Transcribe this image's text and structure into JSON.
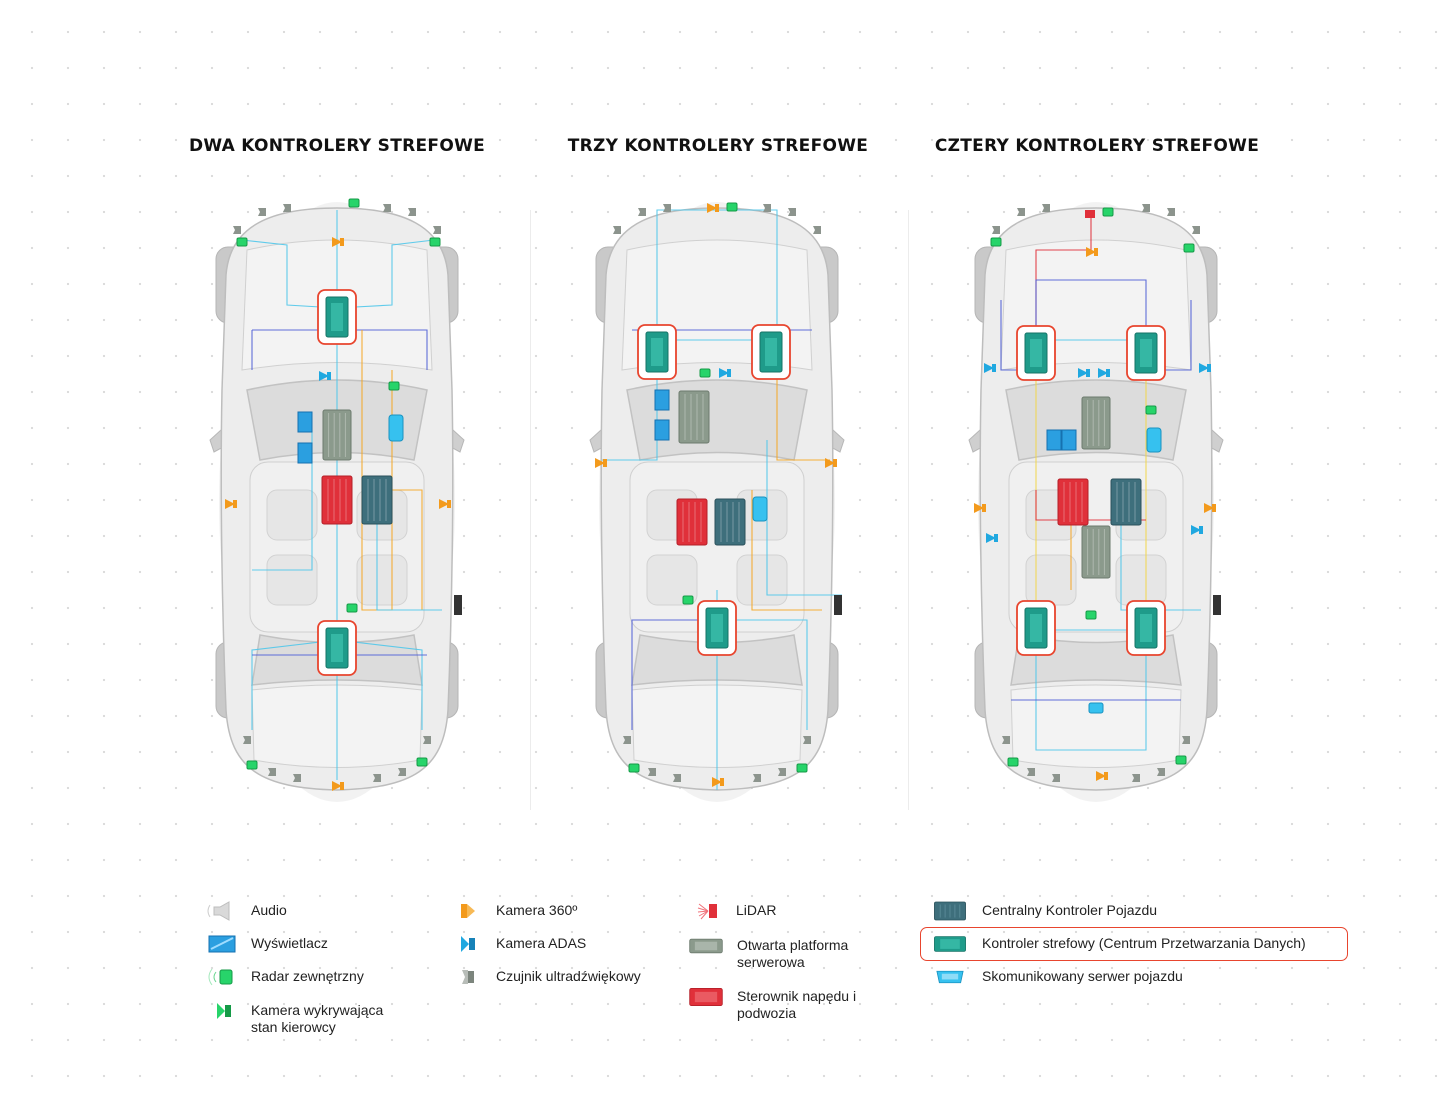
{
  "titles": [
    "DWA KONTROLERY STREFOWE",
    "TRZY KONTROLERY STREFOWE",
    "CZTERY KONTROLERY STREFOWE"
  ],
  "legend": {
    "col1": [
      {
        "label": "Audio",
        "icon": "audio-icon"
      },
      {
        "label": "Wyświetlacz",
        "icon": "display-icon"
      },
      {
        "label": "Radar zewnętrzny",
        "icon": "radar-icon"
      },
      {
        "label": "Kamera wykrywająca stan kierowcy",
        "icon": "driver-camera-icon"
      }
    ],
    "col2": [
      {
        "label": "Kamera 360º",
        "icon": "camera-360-icon"
      },
      {
        "label": "Kamera ADAS",
        "icon": "adas-camera-icon"
      },
      {
        "label": "Czujnik ultradźwiękowy",
        "icon": "ultrasonic-sensor-icon"
      }
    ],
    "col3": [
      {
        "label": "LiDAR",
        "icon": "lidar-icon"
      },
      {
        "label": "Otwarta platforma serwerowa",
        "icon": "server-platform-icon"
      },
      {
        "label": "Sterownik napędu i podwozia",
        "icon": "drive-controller-icon"
      }
    ],
    "col4": [
      {
        "label": "Centralny Kontroler Pojazdu",
        "icon": "central-controller-icon"
      },
      {
        "label": "Kontroler strefowy (Centrum Przetwarzania Danych)",
        "icon": "zone-controller-icon"
      },
      {
        "label": "Skomunikowany serwer pojazdu",
        "icon": "connected-server-icon"
      }
    ]
  },
  "colors": {
    "zone": "#1f9b8a",
    "central": "#3e6f7c",
    "drive": "#e0303a",
    "server": "#8b9a8c",
    "adas": "#20a8e0",
    "camera360": "#f39a1c",
    "radar": "#27d46a",
    "highlight": "#e8452e",
    "wire_cyan": "#4fc7ea",
    "wire_orange": "#f5a623",
    "wire_blue": "#4f5fd6",
    "wire_red": "#e0303a",
    "wire_yellow": "#f2d64b"
  }
}
